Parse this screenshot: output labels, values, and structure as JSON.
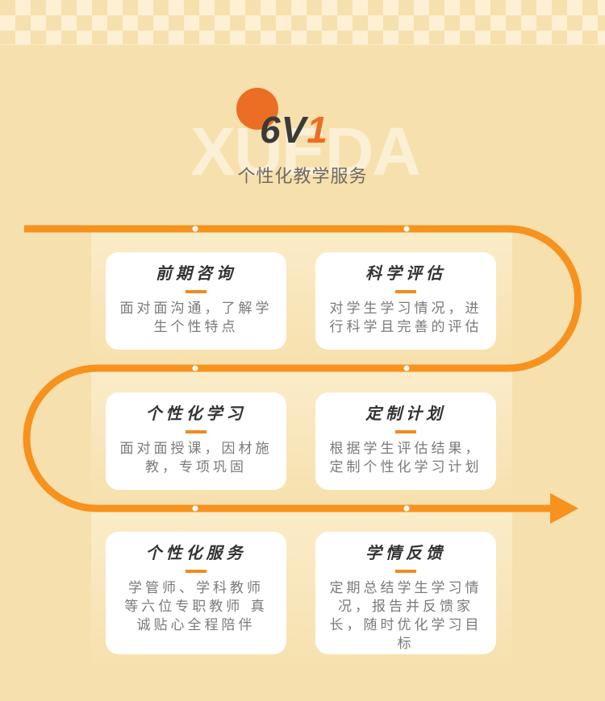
{
  "header": {
    "watermark": "XUEDA",
    "logo_main": "6V",
    "logo_accent": "1",
    "subtitle": "个性化教学服务"
  },
  "colors": {
    "background": "#f6e0ad",
    "accent": "#f18b1f",
    "logo_orange": "#ec6d24"
  },
  "steps": [
    {
      "title": "前期咨询",
      "desc": "面对面沟通，了解学生个性特点"
    },
    {
      "title": "科学评估",
      "desc": "对学生学习情况，进行科学且完善的评估"
    },
    {
      "title": "个性化学习",
      "desc": "面对面授课，因材施教，专项巩固"
    },
    {
      "title": "定制计划",
      "desc": "根据学生评估结果，定制个性化学习计划"
    },
    {
      "title": "个性化服务",
      "desc": "学管师、学科教师 等六位专职教师 真诚贴心全程陪伴"
    },
    {
      "title": "学情反馈",
      "desc": "定期总结学生学习情况，报告并反馈家长，随时优化学习目标"
    }
  ]
}
